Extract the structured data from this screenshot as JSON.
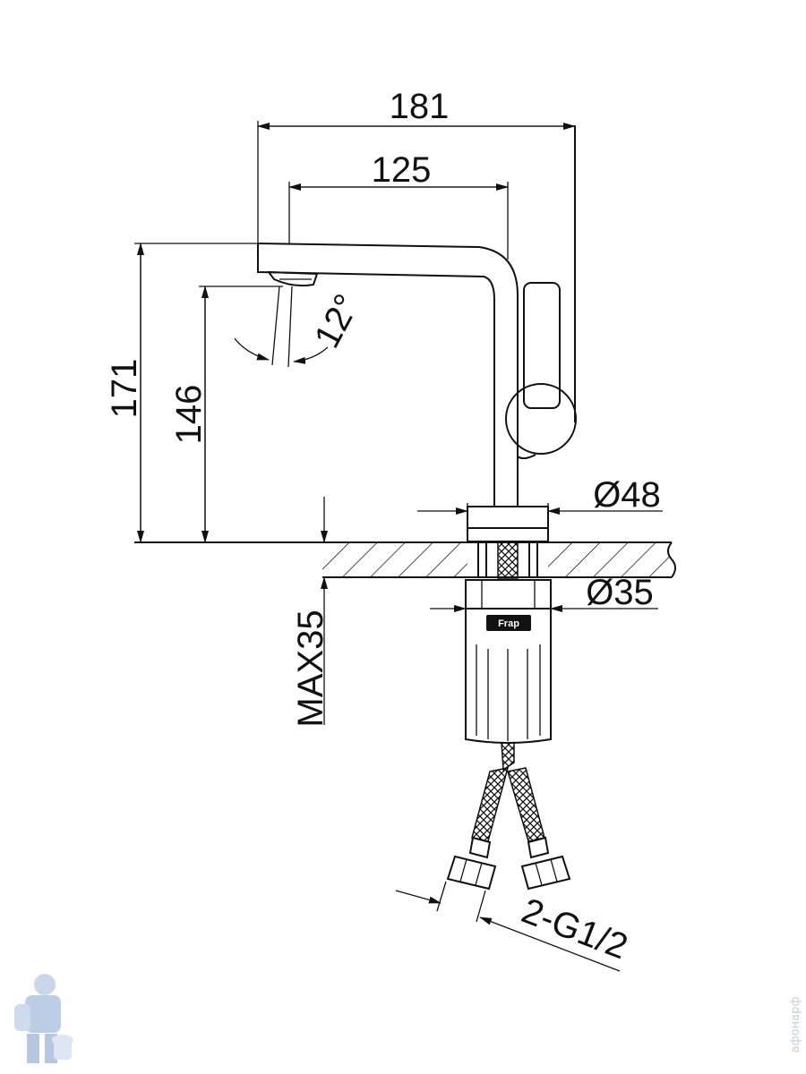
{
  "dimensions": {
    "overall_width": "181",
    "spout_reach": "125",
    "total_height": "171",
    "spout_height": "146",
    "swivel_angle": "12°",
    "base_diameter": "Ø48",
    "mount_diameter": "Ø35",
    "max_deck_thickness": "MAX35",
    "hose_connection": "2-G1/2"
  },
  "brand_logo": "Frap",
  "watermark": "афонарф",
  "colors": {
    "line": "#111111",
    "background": "#ffffff",
    "watermark": "#c9ced6"
  }
}
